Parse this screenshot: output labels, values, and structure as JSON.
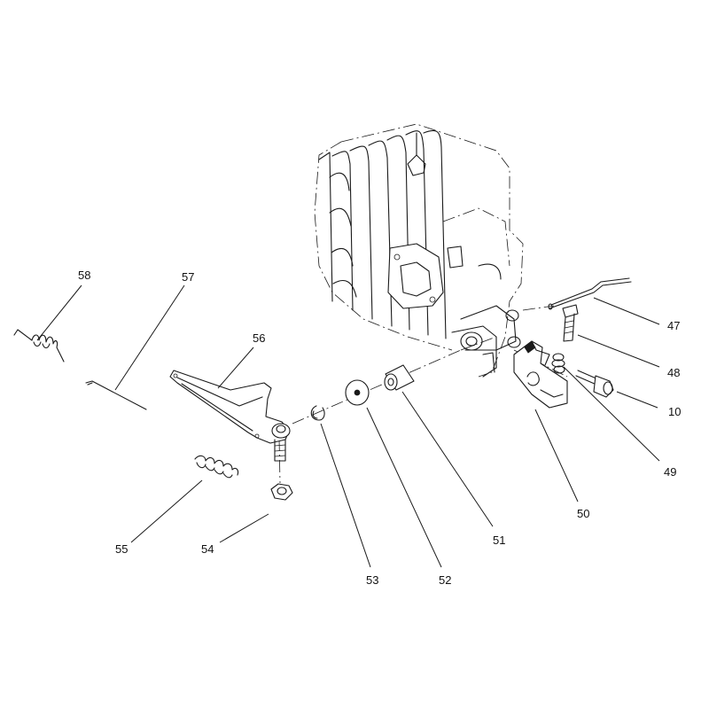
{
  "labels": {
    "p10": "10",
    "p47": "47",
    "p48": "48",
    "p49": "49",
    "p50": "50",
    "p51": "51",
    "p52": "52",
    "p53": "53",
    "p54": "54",
    "p55": "55",
    "p56": "56",
    "p57": "57",
    "p58": "58"
  },
  "colors": {
    "ink": "#1a1a1a",
    "paper": "#ffffff"
  }
}
